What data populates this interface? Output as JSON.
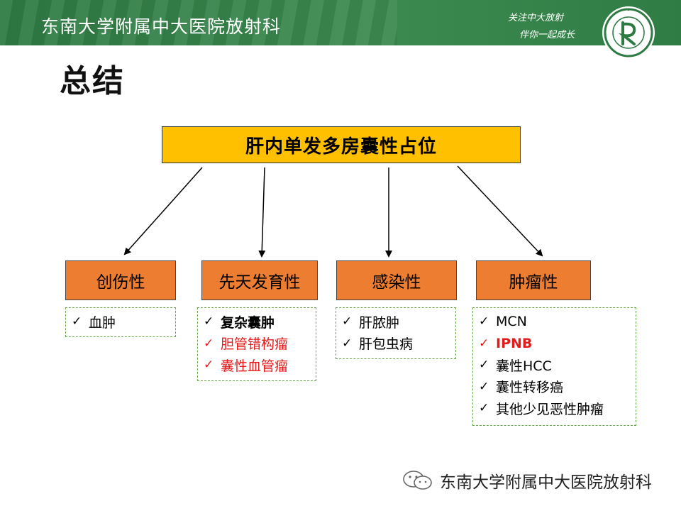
{
  "header": {
    "title": "东南大学附属中大医院放射科",
    "slogan_line1": "关注中大放射",
    "slogan_line2": "伴你一起成长",
    "logo_icon": "hospital-radiology-logo-icon",
    "background_color": "#2e7a43"
  },
  "slide": {
    "title": "总结",
    "main_topic": "肝内单发多房囊性占位",
    "categories": [
      {
        "label": "创伤性",
        "items": [
          {
            "text": "血肿",
            "red": false,
            "bold": false
          }
        ]
      },
      {
        "label": "先天发育性",
        "items": [
          {
            "text": "复杂囊肿",
            "red": false,
            "bold": true
          },
          {
            "text": "胆管错构瘤",
            "red": true,
            "bold": false
          },
          {
            "text": "囊性血管瘤",
            "red": true,
            "bold": false
          }
        ]
      },
      {
        "label": "感染性",
        "items": [
          {
            "text": "肝脓肿",
            "red": false,
            "bold": false
          },
          {
            "text": "肝包虫病",
            "red": false,
            "bold": false
          }
        ]
      },
      {
        "label": "肿瘤性",
        "items": [
          {
            "text": "MCN",
            "red": false,
            "bold": false
          },
          {
            "text": "IPNB",
            "red": true,
            "bold": true
          },
          {
            "text": "囊性HCC",
            "red": false,
            "bold": false
          },
          {
            "text": "囊性转移癌",
            "red": false,
            "bold": false
          },
          {
            "text": "其他少见恶性肿瘤",
            "red": false,
            "bold": false
          }
        ]
      }
    ],
    "check_glyph": "✓",
    "colors": {
      "topic_fill": "#ffc000",
      "category_fill": "#ed7d31",
      "highlight_text": "#e31b1b",
      "list_border": "#6aa84f"
    }
  },
  "footer": {
    "icon": "wechat-icon",
    "text": "东南大学附属中大医院放射科"
  }
}
